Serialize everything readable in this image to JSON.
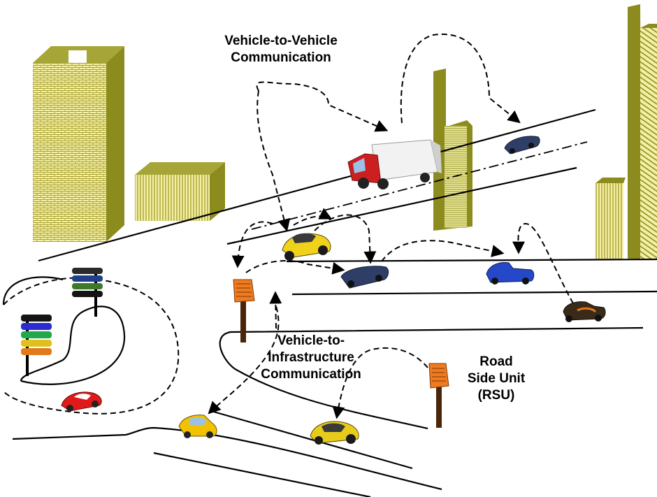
{
  "labels": {
    "v2v": [
      "Vehicle-to-Vehicle",
      "Communication"
    ],
    "v2i": [
      "Vehicle-to-",
      "Infrastructure",
      "Communication"
    ],
    "rsu": [
      "Road",
      "Side Unit",
      "(RSU)"
    ]
  },
  "icons": {
    "building": "building-icon",
    "truck": "truck-icon",
    "car": "car-icon",
    "rsu": "roadside-unit-icon",
    "signpost": "signpost-icon"
  },
  "colors": {
    "building_front": "#f4f0a6",
    "building_side": "#8c8c1e",
    "building_hatch": "#a8a030",
    "rsu_body": "#f07a1e",
    "rsu_pole": "#4a2508",
    "road_line": "#000000",
    "link": "#000000"
  }
}
